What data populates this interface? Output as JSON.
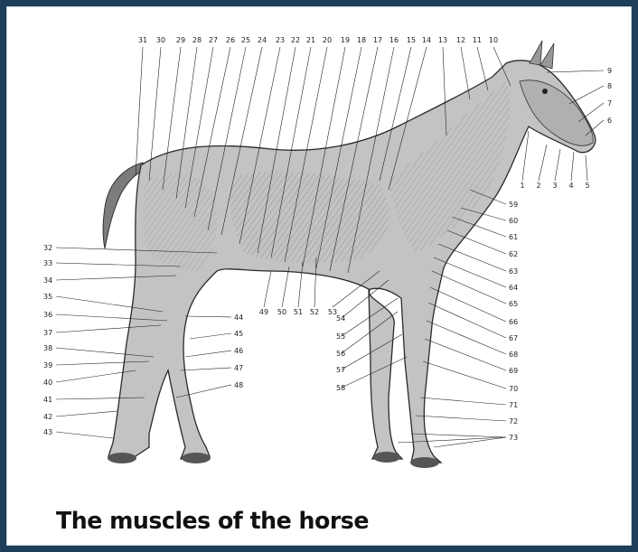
{
  "caption": "The muscles of the horse",
  "labels": {
    "top": [
      "31",
      "30",
      "29",
      "28",
      "27",
      "26",
      "25",
      "24",
      "23",
      "22",
      "21",
      "20",
      "19",
      "18",
      "17",
      "16",
      "15",
      "14",
      "13",
      "12",
      "11",
      "10"
    ],
    "head_right": [
      "9",
      "8",
      "7",
      "6"
    ],
    "head_bottom": [
      "1",
      "2",
      "3",
      "4",
      "5"
    ],
    "left": [
      "32",
      "33",
      "34",
      "35",
      "36",
      "37",
      "38",
      "39",
      "40",
      "41",
      "42",
      "43"
    ],
    "hind_mid": [
      "44",
      "45",
      "46",
      "47",
      "48"
    ],
    "belly": [
      "49",
      "50",
      "51",
      "52",
      "53"
    ],
    "fore_mid": [
      "54",
      "55",
      "56",
      "57",
      "58"
    ],
    "right": [
      "59",
      "60",
      "61",
      "62",
      "63",
      "64",
      "65",
      "66",
      "67",
      "68",
      "69",
      "70",
      "71",
      "72",
      "73"
    ]
  },
  "colors": {
    "frame": "#1f3e5c",
    "ink": "#222222",
    "muscle": "#b9b9b9"
  }
}
